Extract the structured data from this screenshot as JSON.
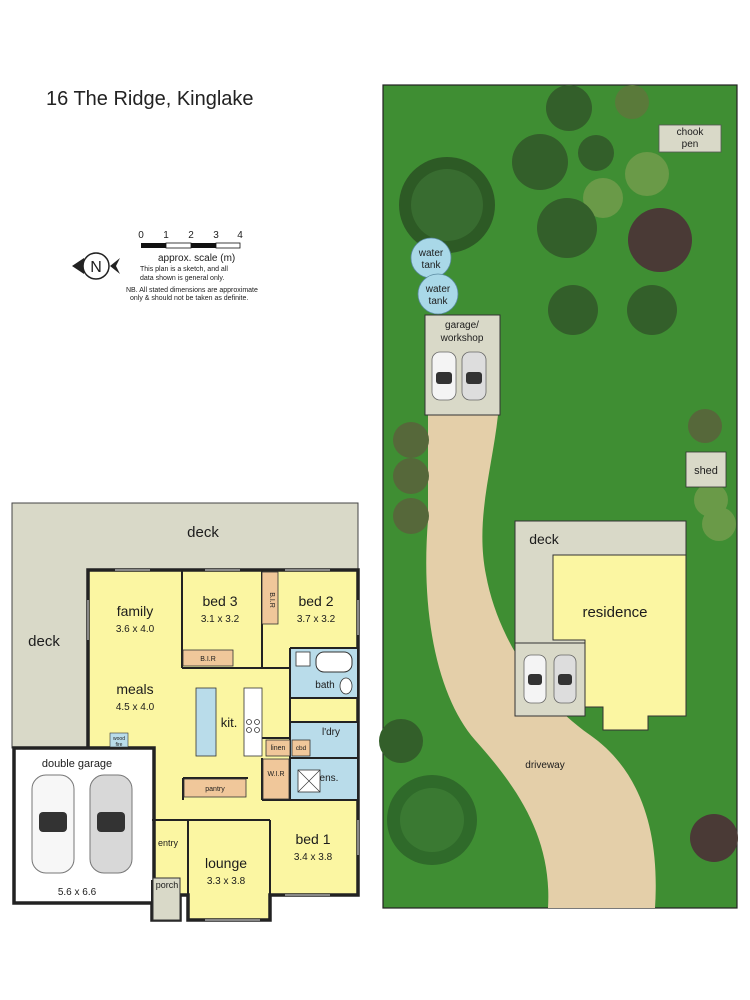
{
  "title": "16 The Ridge, Kinglake",
  "scale": {
    "ticks": [
      "0",
      "1",
      "2",
      "3",
      "4"
    ],
    "label": "approx. scale (m)",
    "note1": "This plan is a sketch, and all",
    "note2": "data shown is general only.",
    "note3": "NB. All stated dimensions are approximate",
    "note4": "only & should not be taken as definite."
  },
  "compass_letter": "N",
  "floorplan": {
    "deck_top": "deck",
    "deck_left": "deck",
    "family": {
      "name": "family",
      "dim": "3.6 x 4.0"
    },
    "meals": {
      "name": "meals",
      "dim": "4.5 x 4.0"
    },
    "bed3": {
      "name": "bed 3",
      "dim": "3.1 x 3.2"
    },
    "bed2": {
      "name": "bed 2",
      "dim": "3.7 x 3.2"
    },
    "bed1": {
      "name": "bed 1",
      "dim": "3.4 x 3.8"
    },
    "lounge": {
      "name": "lounge",
      "dim": "3.3 x 3.8"
    },
    "garage": {
      "name": "double garage",
      "dim": "5.6 x 6.6"
    },
    "kitchen": "kit.",
    "bath": "bath",
    "laundry": "l'dry",
    "ensuite": "ens.",
    "bir1": "B.I.R",
    "bir2": "B.I.R",
    "wir": "W.I.R",
    "linen": "linen",
    "cbd": "cbd",
    "pantry": "pantry",
    "entry": "entry",
    "porch": "porch",
    "wood_fire1": "wood",
    "wood_fire2": "fire"
  },
  "site": {
    "chook": [
      "chook",
      "pen"
    ],
    "water_tank1": [
      "water",
      "tank"
    ],
    "water_tank2": [
      "water",
      "tank"
    ],
    "garage": [
      "garage/",
      "workshop"
    ],
    "shed": "shed",
    "deck": "deck",
    "residence": "residence",
    "driveway": "driveway"
  },
  "colors": {
    "room": "#fbf6a2",
    "deck": "#d9d9c8",
    "grass": "#3f8e33",
    "wet": "#b9dcea",
    "cabinet": "#f0c79a",
    "driveway": "#e4cfa9",
    "tank": "#a9d8e8"
  }
}
